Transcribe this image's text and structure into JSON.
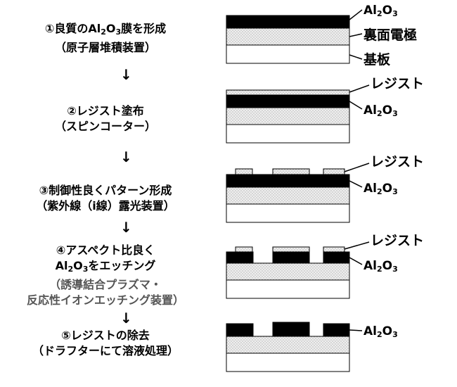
{
  "steps": [
    {
      "lines": [
        "①良質のAl2O3膜を形成",
        "（原子層堆積装置）"
      ]
    },
    {
      "lines": [
        "②レジスト塗布",
        "（スピンコーター）"
      ]
    },
    {
      "lines": [
        "③制御性良くパターン形成",
        "（紫外線（i線）露光装置）"
      ]
    },
    {
      "lines": [
        "④アスペクト比良く",
        "Al2O3をエッチング",
        "（誘導結合プラズマ・",
        "反応性イオンエッチング装置）"
      ]
    },
    {
      "lines": [
        "⑤レジストの除去",
        "（ドラフターにて溶液処理）"
      ]
    }
  ],
  "arrows": [
    "↓",
    "↓",
    "↓",
    "↓"
  ],
  "labels": {
    "al2o3": "Al2O3",
    "back_electrode": "裏面電極",
    "substrate": "基板",
    "resist": "レジスト"
  },
  "colors": {
    "al2o3": "#000000",
    "back_electrode": "#e6e6e6",
    "substrate": "#ffffff",
    "resist": "#cfcfcf",
    "text_muted": "#555555"
  }
}
